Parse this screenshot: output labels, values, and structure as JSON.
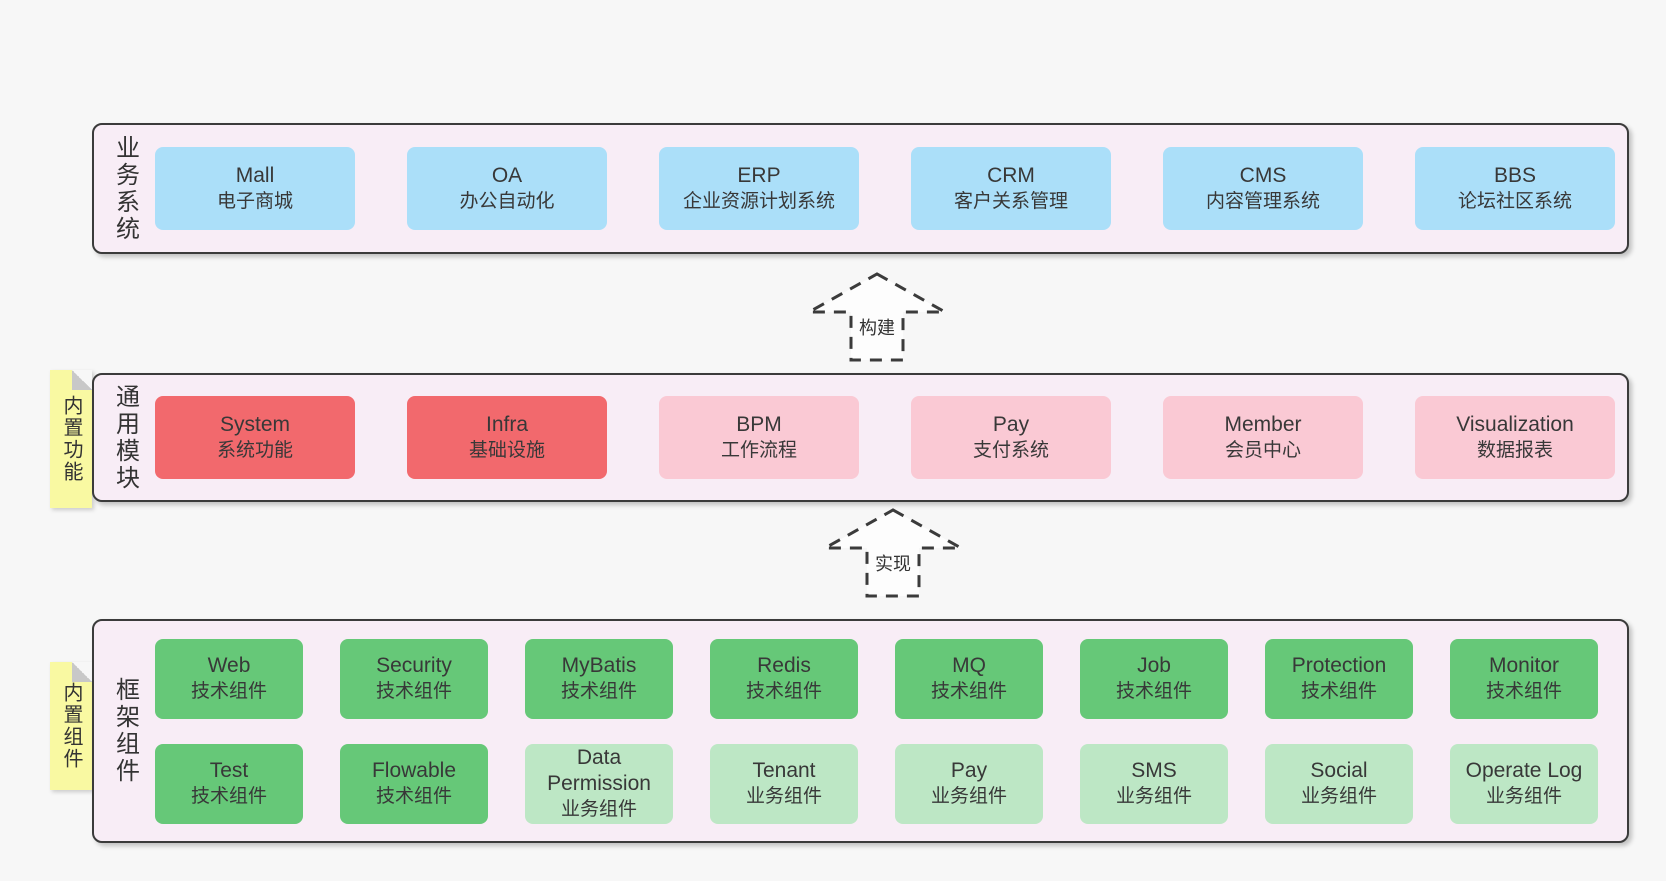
{
  "colors": {
    "page_bg": "#f7f7f7",
    "container_fill": "#f8edf6",
    "container_border": "#3b3b3b",
    "blue": "#abdff9",
    "red": "#f2696d",
    "pink": "#fac9d4",
    "green": "#66c878",
    "light_green": "#bde7c5",
    "sticky_yellow": "#f9f9a2",
    "sticky_fold": "#c8c8c8",
    "text": "#3a3a3a"
  },
  "sections": {
    "business": {
      "label": "业务系统",
      "items": [
        {
          "en": "Mall",
          "zh": "电子商城",
          "color": "blue"
        },
        {
          "en": "OA",
          "zh": "办公自动化",
          "color": "blue"
        },
        {
          "en": "ERP",
          "zh": "企业资源计划系统",
          "color": "blue"
        },
        {
          "en": "CRM",
          "zh": "客户关系管理",
          "color": "blue"
        },
        {
          "en": "CMS",
          "zh": "内容管理系统",
          "color": "blue"
        },
        {
          "en": "BBS",
          "zh": "论坛社区系统",
          "color": "blue"
        }
      ]
    },
    "arrow_build": {
      "label": "构建"
    },
    "modules": {
      "label": "通用模块",
      "sticky": "内置功能",
      "items": [
        {
          "en": "System",
          "zh": "系统功能",
          "color": "red"
        },
        {
          "en": "Infra",
          "zh": "基础设施",
          "color": "red"
        },
        {
          "en": "BPM",
          "zh": "工作流程",
          "color": "pink"
        },
        {
          "en": "Pay",
          "zh": "支付系统",
          "color": "pink"
        },
        {
          "en": "Member",
          "zh": "会员中心",
          "color": "pink"
        },
        {
          "en": "Visualization",
          "zh": "数据报表",
          "color": "pink"
        }
      ]
    },
    "arrow_implement": {
      "label": "实现"
    },
    "framework": {
      "label": "框架组件",
      "sticky": "内置组件",
      "rows": [
        [
          {
            "en": "Web",
            "zh": "技术组件",
            "color": "green"
          },
          {
            "en": "Security",
            "zh": "技术组件",
            "color": "green"
          },
          {
            "en": "MyBatis",
            "zh": "技术组件",
            "color": "green"
          },
          {
            "en": "Redis",
            "zh": "技术组件",
            "color": "green"
          },
          {
            "en": "MQ",
            "zh": "技术组件",
            "color": "green"
          },
          {
            "en": "Job",
            "zh": "技术组件",
            "color": "green"
          },
          {
            "en": "Protection",
            "zh": "技术组件",
            "color": "green"
          },
          {
            "en": "Monitor",
            "zh": "技术组件",
            "color": "green"
          }
        ],
        [
          {
            "en": "Test",
            "zh": "技术组件",
            "color": "green"
          },
          {
            "en": "Flowable",
            "zh": "技术组件",
            "color": "green"
          },
          {
            "en": "Data Permission",
            "zh": "业务组件",
            "color": "light_green"
          },
          {
            "en": "Tenant",
            "zh": "业务组件",
            "color": "light_green"
          },
          {
            "en": "Pay",
            "zh": "业务组件",
            "color": "light_green"
          },
          {
            "en": "SMS",
            "zh": "业务组件",
            "color": "light_green"
          },
          {
            "en": "Social",
            "zh": "业务组件",
            "color": "light_green"
          },
          {
            "en": "Operate Log",
            "zh": "业务组件",
            "color": "light_green"
          }
        ]
      ]
    }
  }
}
